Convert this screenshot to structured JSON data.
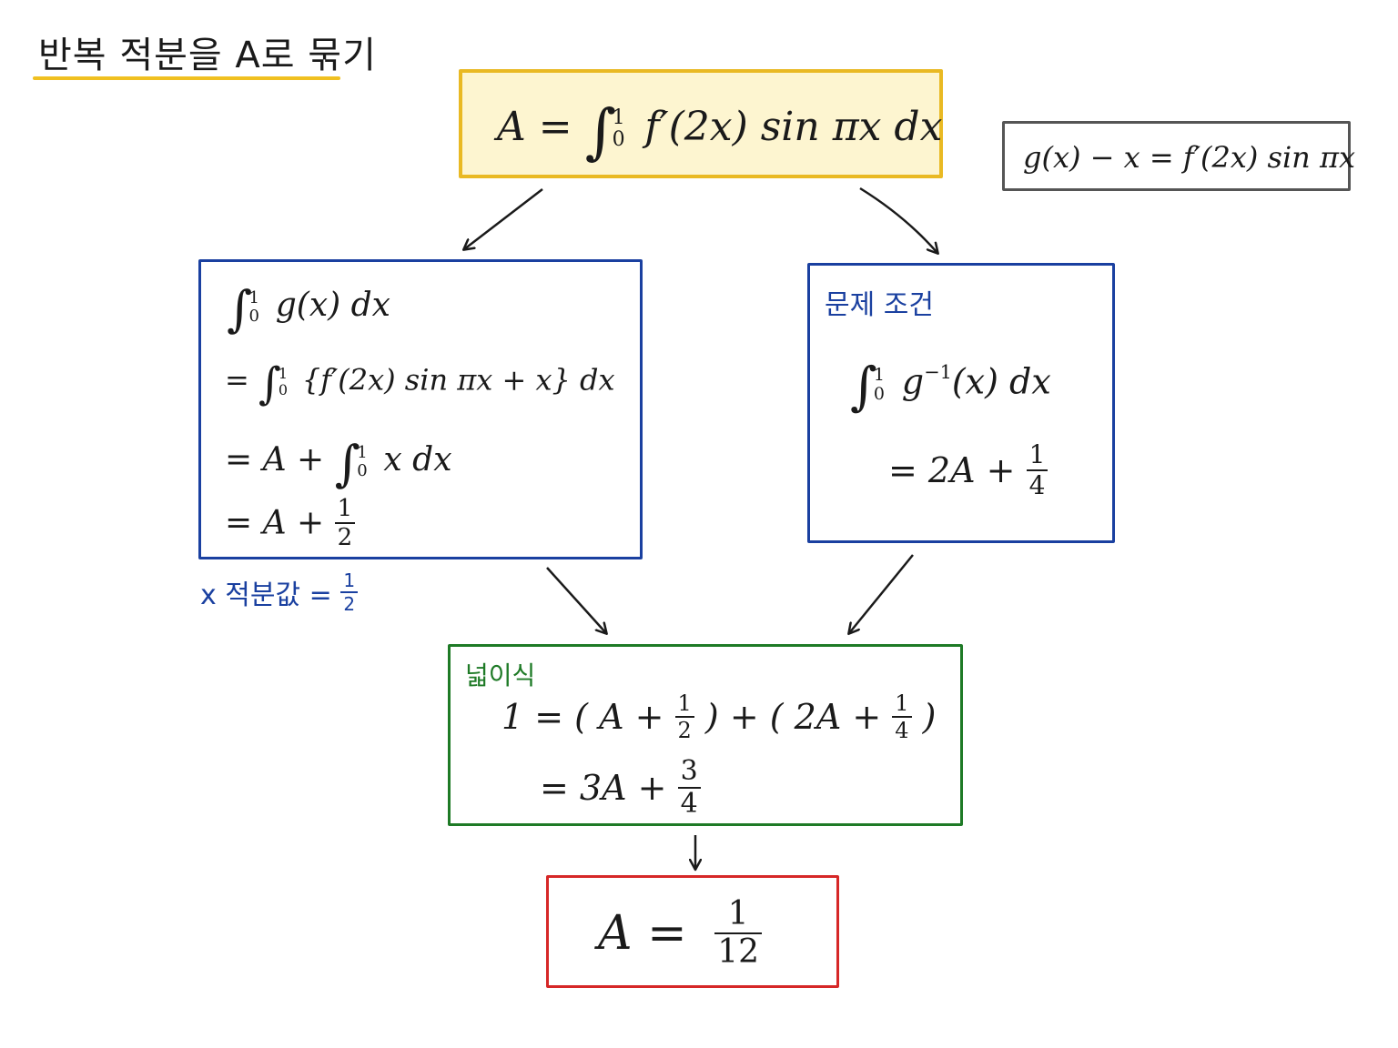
{
  "title": "반복 적분을 A로 묶기",
  "colors": {
    "title_underline": "#f0c020",
    "box_a_border": "#e9b923",
    "box_a_fill": "#fdf5d0",
    "box_blue": "#1a40a0",
    "box_green": "#1e7a26",
    "box_red": "#d62727",
    "box_gray": "#555555"
  },
  "box_a": {
    "lhs": "A =",
    "int_upper": "1",
    "int_lower": "0",
    "integrand": "f′(2x) sin πx dx"
  },
  "box_g": {
    "text": "g(x) − x = f′(2x) sin πx"
  },
  "box_left": {
    "line1_int_upper": "1",
    "line1_int_lower": "0",
    "line1_integrand": "g(x) dx",
    "line2_prefix": "=",
    "line2_int_upper": "1",
    "line2_int_lower": "0",
    "line2_integrand": "{f′(2x) sin πx + x} dx",
    "line3_prefix": "= A +",
    "line3_int_upper": "1",
    "line3_int_lower": "0",
    "line3_integrand": "x dx",
    "line4_prefix": "= A +",
    "line4_num": "1",
    "line4_den": "2"
  },
  "note_left": {
    "text": "x 적분값 =",
    "num": "1",
    "den": "2"
  },
  "box_right": {
    "label": "문제 조건",
    "int_upper": "1",
    "int_lower": "0",
    "integrand_base": "g",
    "integrand_sup": "−1",
    "integrand_rest": "(x) dx",
    "line2_prefix": "= 2A +",
    "line2_num": "1",
    "line2_den": "4"
  },
  "box_wide": {
    "label": "넓이식",
    "line1_a": "1 = ( A +",
    "line1_num1": "1",
    "line1_den1": "2",
    "line1_b": ") + ( 2A +",
    "line1_num2": "1",
    "line1_den2": "4",
    "line1_c": ")",
    "line2_prefix": "= 3A +",
    "line2_num": "3",
    "line2_den": "4"
  },
  "box_final": {
    "lhs": "A =",
    "num": "1",
    "den": "12"
  }
}
